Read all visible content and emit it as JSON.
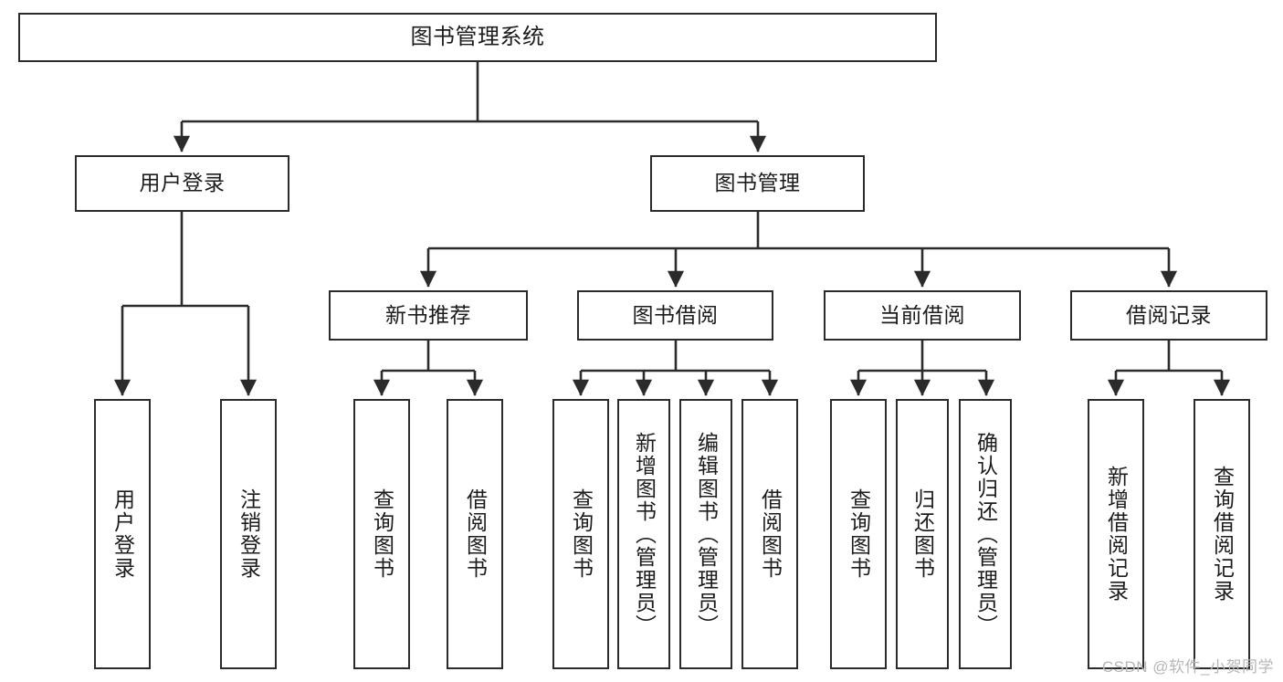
{
  "diagram": {
    "title": "图书管理系统",
    "type": "tree-hierarchy-chart",
    "watermark": "CSDN @软件_小贺同学",
    "colors": {
      "box_border": "#2b2b2b",
      "box_fill": "#ffffff",
      "edge": "#2b2b2b",
      "text": "#1c1c1c",
      "watermark": "#b6b6b6",
      "background": "#ffffff"
    }
  },
  "nodes": {
    "root": {
      "label": "图书管理系统"
    },
    "level2": [
      {
        "label": "用户登录"
      },
      {
        "label": "图书管理"
      }
    ],
    "level3": [
      {
        "label": "新书推荐"
      },
      {
        "label": "图书借阅"
      },
      {
        "label": "当前借阅"
      },
      {
        "label": "借阅记录"
      }
    ],
    "leaves": {
      "user_login": [
        {
          "label": "用户登录"
        },
        {
          "label": "注销登录"
        }
      ],
      "new_book_recommend": [
        {
          "label": "查询图书"
        },
        {
          "label": "借阅图书"
        }
      ],
      "book_borrow": [
        {
          "label": "查询图书"
        },
        {
          "label": "新增图书（管理员）"
        },
        {
          "label": "编辑图书（管理员）"
        },
        {
          "label": "借阅图书"
        }
      ],
      "current_borrow": [
        {
          "label": "查询图书"
        },
        {
          "label": "归还图书"
        },
        {
          "label": "确认归还（管理员）"
        }
      ],
      "borrow_record": [
        {
          "label": "新增借阅记录"
        },
        {
          "label": "查询借阅记录"
        }
      ]
    }
  }
}
